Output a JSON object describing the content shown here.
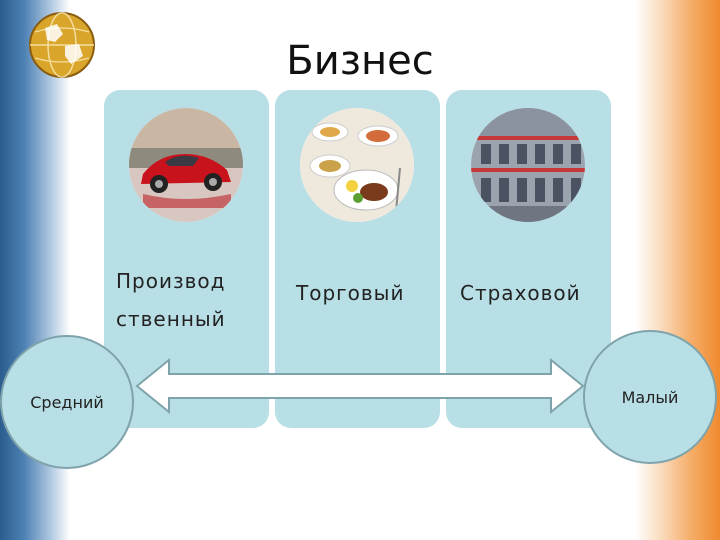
{
  "title": "Бизнес",
  "cards": [
    {
      "label_line1": "Производ",
      "label_line2": "ственный",
      "icon": "sports-car-photo"
    },
    {
      "label": "Торговый",
      "icon": "food-platter-photo"
    },
    {
      "label": "Страховой",
      "icon": "building-facade-photo"
    }
  ],
  "scale": {
    "left": "Средний",
    "right": "Малый"
  },
  "colors": {
    "card": "#b8dfe6",
    "left_edge": "#2b5d8f",
    "right_edge": "#f08a2e"
  }
}
